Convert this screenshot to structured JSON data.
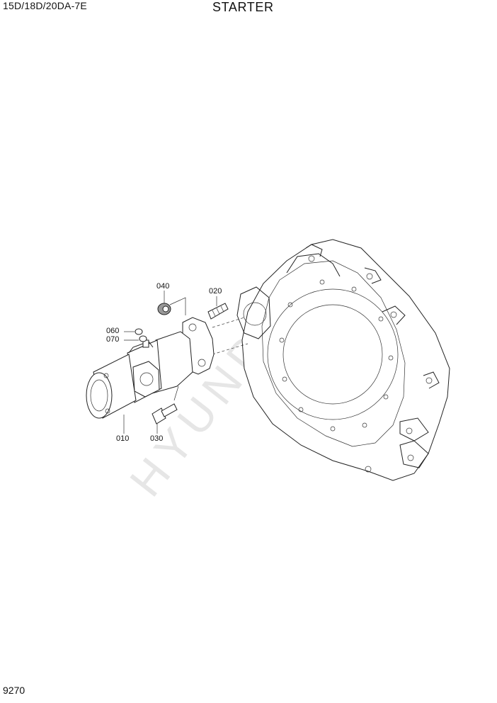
{
  "header": {
    "model": "15D/18D/20DA-7E",
    "title": "STARTER"
  },
  "footer": {
    "page_number": "9270"
  },
  "diagram": {
    "watermark": "HYUNDAI",
    "callouts": [
      {
        "id": "p040",
        "label": "040"
      },
      {
        "id": "p020",
        "label": "020"
      },
      {
        "id": "p060",
        "label": "060"
      },
      {
        "id": "p070",
        "label": "070"
      },
      {
        "id": "p010",
        "label": "010"
      },
      {
        "id": "p030",
        "label": "030"
      }
    ]
  }
}
